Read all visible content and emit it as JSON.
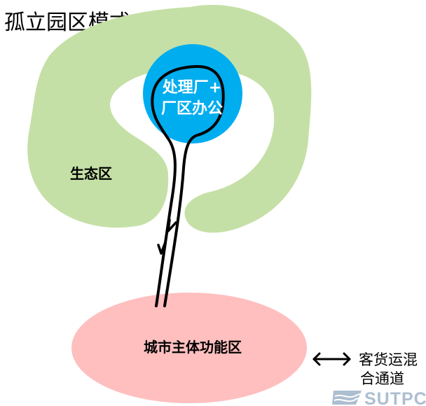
{
  "title": "孤立园区模式",
  "colors": {
    "eco_zone": "#c5e0a6",
    "core_zone": "#00adef",
    "urban_zone": "#ffbfbf",
    "line": "#000000",
    "watermark": "#9fb3c8"
  },
  "zones": {
    "processing": {
      "line1": "处理厂+",
      "line2": "厂区办公"
    },
    "ecology": {
      "label": "生态区"
    },
    "urban": {
      "label": "城市主体功能区"
    }
  },
  "legend": {
    "icon": "double-arrow-icon",
    "line1": "客货运混",
    "line2": "合通道"
  },
  "watermark": {
    "text": "SUTPC",
    "icon": "wave-logo-icon"
  }
}
